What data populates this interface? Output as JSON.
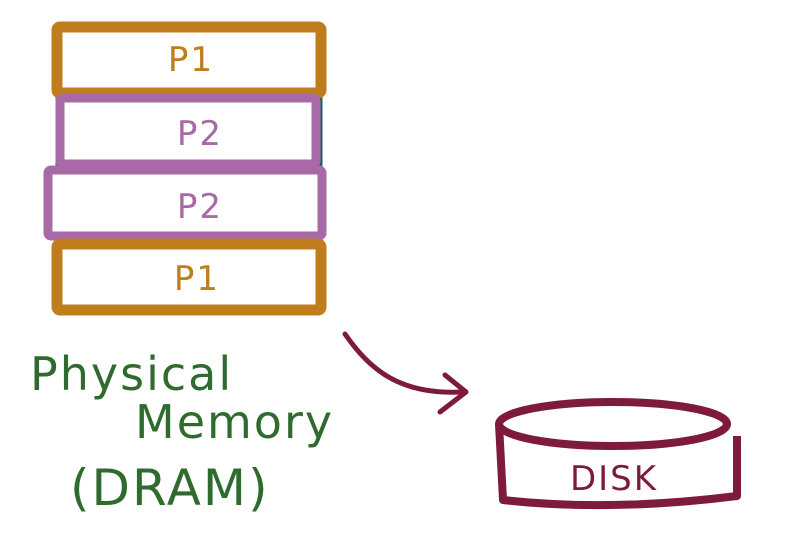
{
  "memory": {
    "frames": [
      {
        "label": "P1",
        "process": "P1"
      },
      {
        "label": "P2",
        "process": "P2"
      },
      {
        "label": "P2",
        "process": "P2"
      },
      {
        "label": "P1",
        "process": "P1"
      }
    ],
    "caption_line1": "Physical",
    "caption_line2": "Memory",
    "caption_line3": "(DRAM)"
  },
  "disk": {
    "label": "DISK"
  },
  "colors": {
    "p1": "#c07d1e",
    "p2": "#a86aa6",
    "outline": "#1f5f6b",
    "caption": "#2f6b2e",
    "disk": "#7e1a3c",
    "arrow": "#7e1a3c"
  }
}
